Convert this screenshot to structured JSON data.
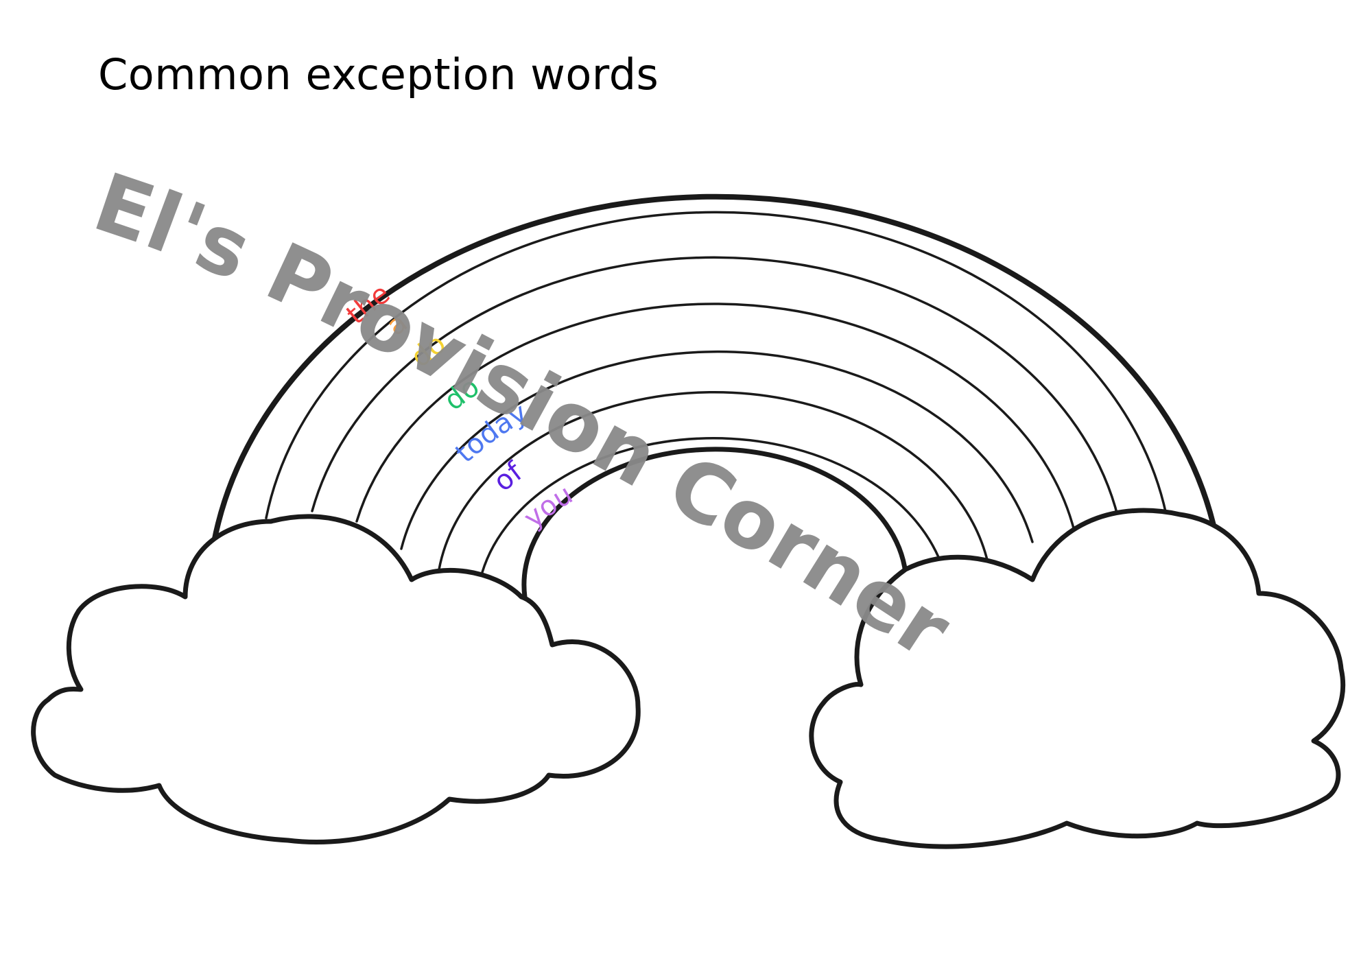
{
  "title": "Common exception words",
  "words": [
    {
      "text": "the",
      "color": "#f23b3b"
    },
    {
      "text": "a",
      "color": "#f59a3a"
    },
    {
      "text": "do",
      "color": "#f5d230"
    },
    {
      "text": "do",
      "color": "#1fc06a"
    },
    {
      "text": "today",
      "color": "#4e78f0"
    },
    {
      "text": "of",
      "color": "#5a1fe0"
    },
    {
      "text": "you",
      "color": "#c06ee8"
    }
  ],
  "watermark": {
    "text": "El's Provision Corner",
    "color": "#8a8a8a"
  }
}
